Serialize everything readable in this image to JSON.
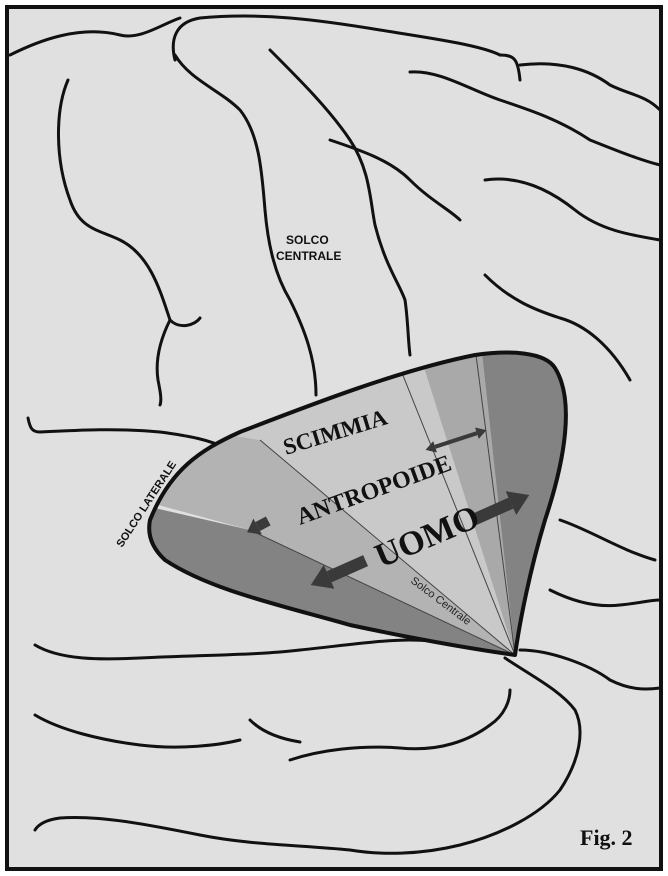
{
  "figure": {
    "label": "Fig. 2"
  },
  "sulci": {
    "central": [
      "SOLCO",
      "CENTRALE"
    ],
    "lateral": "SOLCO LATERALE",
    "central_small": "Solco Centrale"
  },
  "regions": {
    "monkey": "SCIMMIA",
    "ape": "ANTROPOIDE",
    "human": "UOMO"
  },
  "colors": {
    "background": "#e0e0e0",
    "outline": "#111111",
    "wedge_light": "#c9c9c9",
    "wedge_mid_light": "#b3b3b3",
    "wedge_mid": "#9c9c9c",
    "wedge_dark": "#838383",
    "arrow": "#3a3a3a"
  }
}
